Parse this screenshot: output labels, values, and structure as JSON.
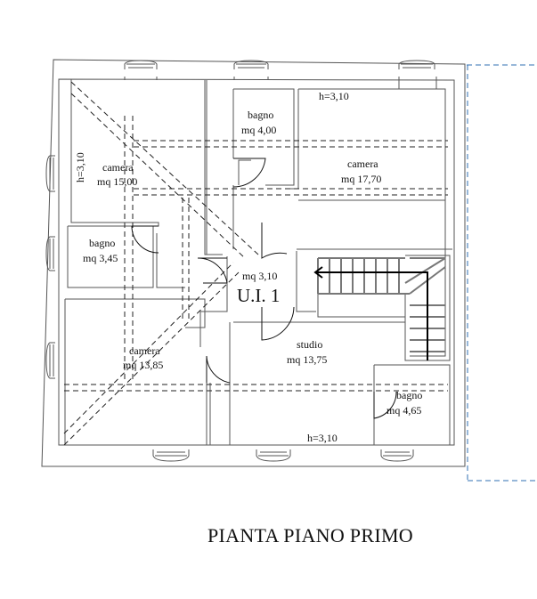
{
  "title": "PIANTA PIANO PRIMO",
  "unit": "U.I. 1",
  "rooms": [
    {
      "id": "camera-nw",
      "name": "camera",
      "area": "mq 15,00"
    },
    {
      "id": "bagno-top",
      "name": "bagno",
      "area": "mq 4,00"
    },
    {
      "id": "camera-ne",
      "name": "camera",
      "area": "mq 17,70"
    },
    {
      "id": "bagno-w",
      "name": "bagno",
      "area": "mq 3,45"
    },
    {
      "id": "disimpegno",
      "name": "",
      "area": "mq 3,10"
    },
    {
      "id": "camera-sw",
      "name": "camera",
      "area": "mq 13,85"
    },
    {
      "id": "studio",
      "name": "studio",
      "area": "mq 13,75"
    },
    {
      "id": "bagno-se",
      "name": "bagno",
      "area": "mq 4,65"
    }
  ],
  "heights": {
    "top": "h=3,10",
    "left": "h=3,10",
    "bottom": "h=3,10"
  },
  "colors": {
    "walls": "#555555",
    "dashed_lines": "#222222",
    "boundary_dashed": "#2f6fb3",
    "stair_arrow": "#000000"
  }
}
